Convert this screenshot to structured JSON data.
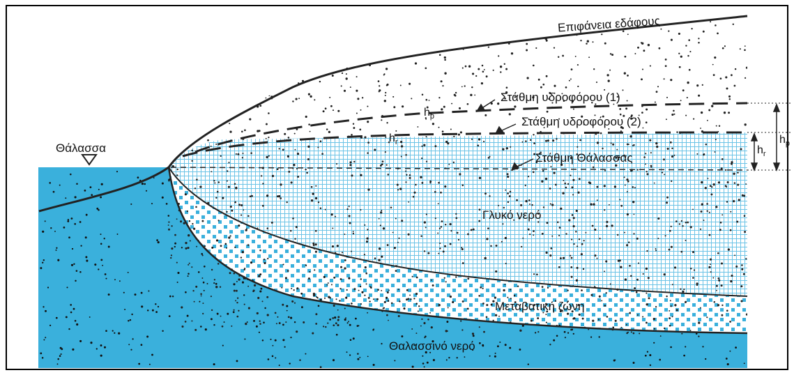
{
  "labels": {
    "ground_surface": "Επιφάνεια εδάφους",
    "water_table_1": "Στάθμη υδροφόρου (1)",
    "water_table_2": "Στάθμη υδροφόρου (2)",
    "sea_level": "Στάθμη Θάλασσας",
    "sea": "Θάλασσα",
    "fresh_water": "Γλυκό νερό",
    "transition_zone": "Μεταβατική ζώνη",
    "sea_water": "Θαλασσινό νερό",
    "hp": "h",
    "hp_sub": "p",
    "hr": "h",
    "hr_sub": "r"
  },
  "colors": {
    "sea_blue": "#3ab0dc",
    "grid_blue": "#6bc3e6",
    "line": "#222222"
  }
}
